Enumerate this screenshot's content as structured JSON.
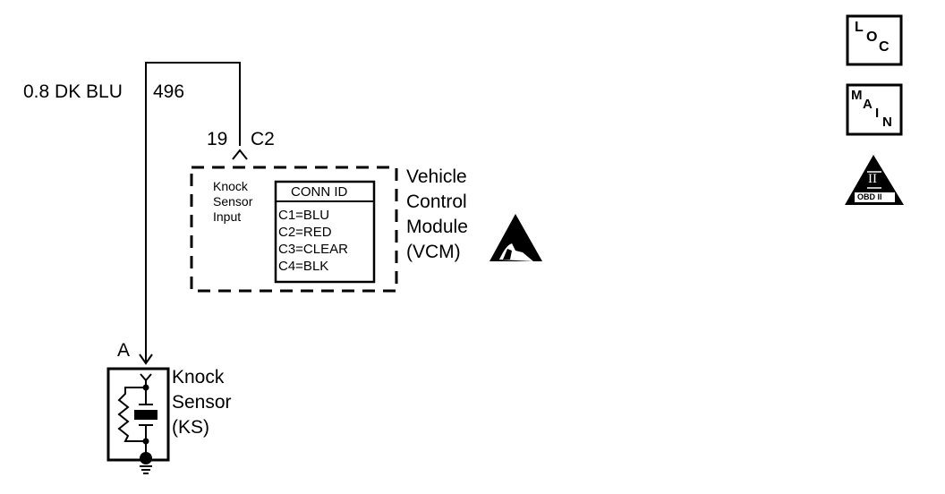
{
  "wire": {
    "gauge_color": "0.8 DK BLU",
    "circuit": "496"
  },
  "connector": {
    "pin": "19",
    "name": "C2"
  },
  "vcm": {
    "input_label": [
      "Knock",
      "Sensor",
      "Input"
    ],
    "conn_id_header": "CONN ID",
    "conn_ids": [
      "C1=BLU",
      "C2=RED",
      "C3=CLEAR",
      "C4=BLK"
    ],
    "title": [
      "Vehicle",
      "Control",
      "Module",
      "(VCM)"
    ]
  },
  "knock_sensor": {
    "terminal": "A",
    "label": [
      "Knock",
      "Sensor",
      "(KS)"
    ]
  },
  "badges": {
    "loc": [
      "L",
      "O",
      "C"
    ],
    "main": [
      "M",
      "A",
      "I",
      "N"
    ],
    "obd": {
      "numeral": "II",
      "text": "OBD II"
    }
  }
}
